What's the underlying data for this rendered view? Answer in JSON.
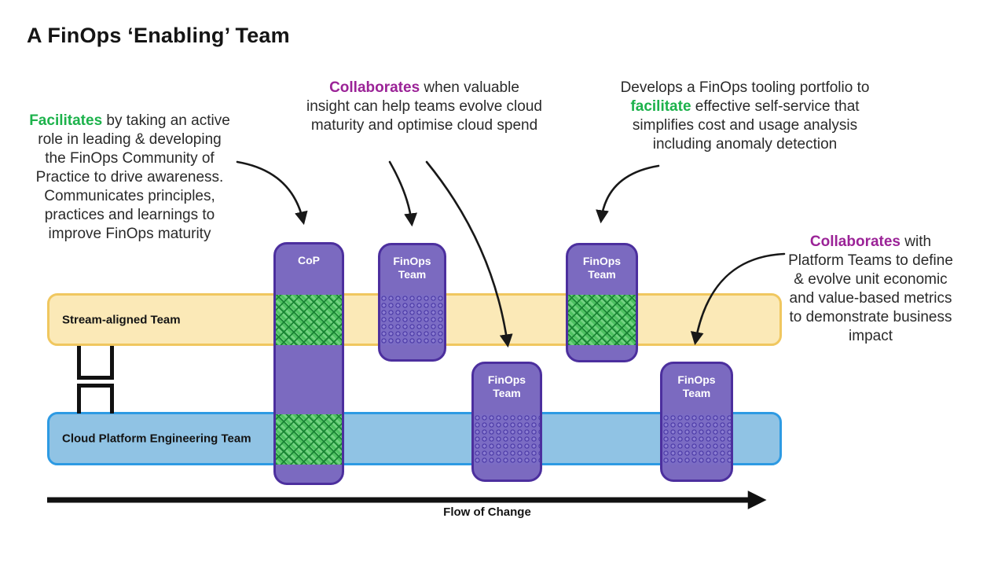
{
  "title": "A FinOps ‘Enabling’ Team",
  "annotations": {
    "facilitates": {
      "prefix": "",
      "highlight": "Facilitates",
      "suffix": " by taking an active role in leading & developing the FinOps Community of Practice to drive awareness. Communicates principles, practices and learnings to improve FinOps maturity"
    },
    "collaborates_insight": {
      "prefix": "",
      "highlight": "Collaborates",
      "suffix": " when valuable insight can help teams evolve cloud maturity and optimise cloud spend"
    },
    "develops_tooling": {
      "prefix": "Develops a FinOps tooling portfolio to ",
      "highlight": "facilitate",
      "suffix": " effective self-service that simplifies cost and usage analysis including anomaly detection"
    },
    "collaborates_platform": {
      "prefix": "",
      "highlight": "Collaborates",
      "suffix": " with Platform Teams to define & evolve unit economic and value-based metrics to demonstrate business impact"
    }
  },
  "bands": {
    "stream_aligned": {
      "label": "Stream-aligned Team"
    },
    "cloud_platform": {
      "label": "Cloud Platform Engineering Team"
    }
  },
  "pills": {
    "cop": {
      "label": "CoP"
    },
    "finops": {
      "label": "FinOps Team"
    }
  },
  "flow_label": "Flow of Change",
  "colors": {
    "green_accent": "#1cb24b",
    "magenta_accent": "#9b2397",
    "yellow_band_fill": "#fbe9b7",
    "yellow_band_border": "#f0c75f",
    "blue_band_fill": "#90c3e4",
    "blue_band_border": "#2d9ae3",
    "pill_fill": "#7b6ac0",
    "pill_border": "#4c2f9e",
    "green_pattern": "#4ec161",
    "purple_pattern": "#7b6cc4",
    "arrow": "#181818"
  }
}
